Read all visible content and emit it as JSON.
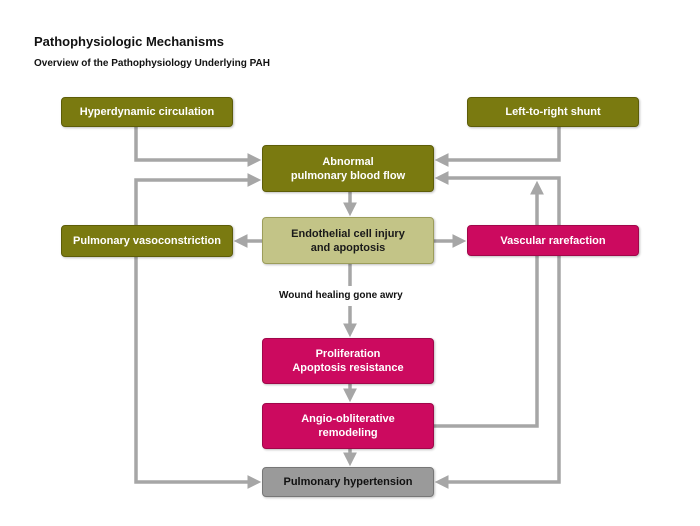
{
  "title": "Pathophysiologic Mechanisms",
  "subtitle": "Overview of the Pathophysiology Underlying PAH",
  "nodes": {
    "hyperdynamic": {
      "lines": [
        "Hyperdynamic circulation"
      ]
    },
    "shunt": {
      "lines": [
        "Left-to-right shunt"
      ]
    },
    "abnormal_flow": {
      "lines": [
        "Abnormal",
        "pulmonary blood flow"
      ]
    },
    "endothelial": {
      "lines": [
        "Endothelial cell injury",
        "and apoptosis"
      ]
    },
    "vasoconstriction": {
      "lines": [
        "Pulmonary vasoconstriction"
      ]
    },
    "rarefaction": {
      "lines": [
        "Vascular rarefaction"
      ]
    },
    "proliferation": {
      "lines": [
        "Proliferation",
        "Apoptosis resistance"
      ]
    },
    "remodeling": {
      "lines": [
        "Angio-obliterative",
        "remodeling"
      ]
    },
    "hypertension": {
      "lines": [
        "Pulmonary hypertension"
      ]
    }
  },
  "edge_label": "Wound healing gone awry",
  "colors": {
    "olive": "#7a7a10",
    "light_olive": "#c3c487",
    "magenta": "#cc0a5f",
    "gray_box": "#9a9a9a",
    "arrow": "#a6a6a6"
  }
}
